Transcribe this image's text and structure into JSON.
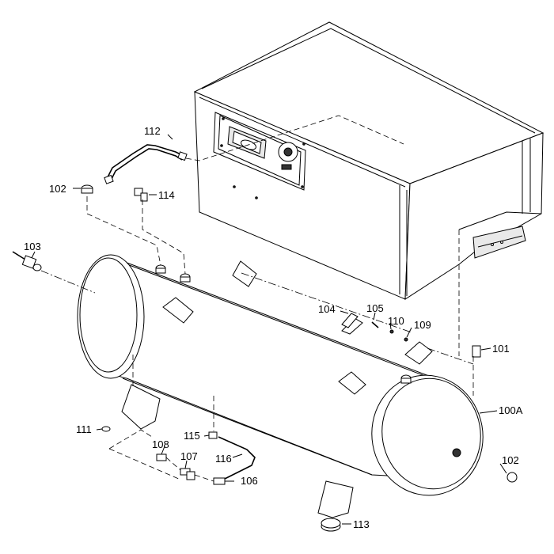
{
  "callouts": {
    "c112": "112",
    "c102_top": "102",
    "c114": "114",
    "c103": "103",
    "c104": "104",
    "c105": "105",
    "c110": "110",
    "c109": "109",
    "c101": "101",
    "c100a": "100A",
    "c111": "111",
    "c115": "115",
    "c108": "108",
    "c107": "107",
    "c116": "116",
    "c106": "106",
    "c102_bottom": "102",
    "c113": "113"
  }
}
